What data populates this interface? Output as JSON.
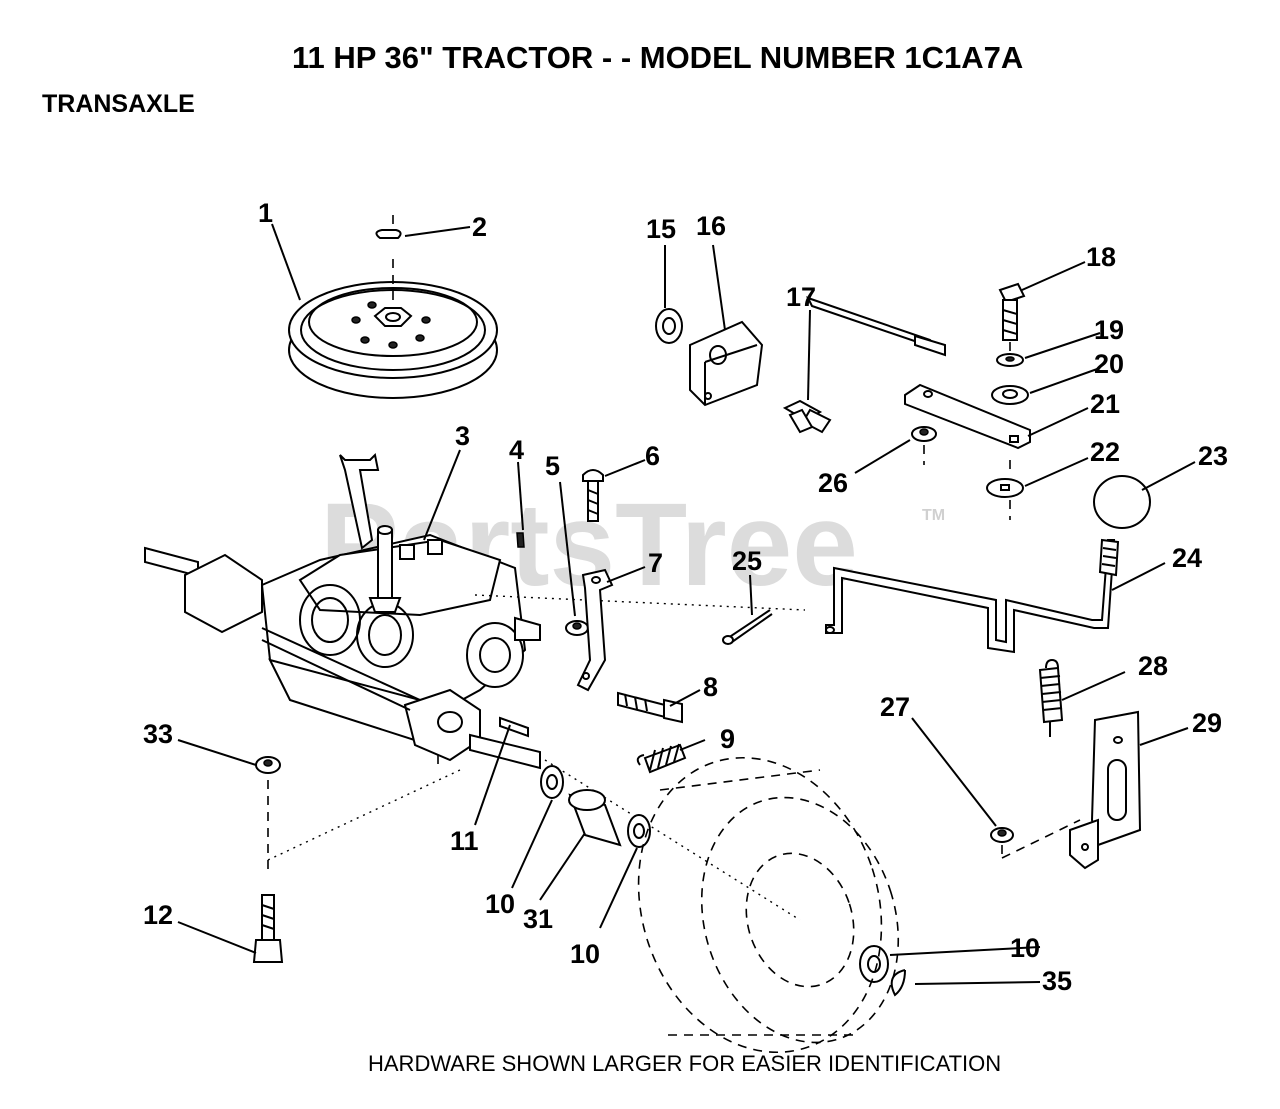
{
  "header": {
    "title": "11 HP 36\" TRACTOR - - MODEL NUMBER 1C1A7A",
    "section": "TRANSAXLE"
  },
  "watermark": {
    "text": "PartsTree",
    "tm": "TM"
  },
  "footer": {
    "note": "HARDWARE SHOWN LARGER FOR EASIER IDENTIFICATION"
  },
  "callouts": [
    "1",
    "2",
    "3",
    "4",
    "5",
    "6",
    "7",
    "8",
    "9",
    "10",
    "11",
    "12",
    "15",
    "16",
    "17",
    "18",
    "19",
    "20",
    "21",
    "22",
    "23",
    "24",
    "25",
    "26",
    "27",
    "28",
    "29",
    "31",
    "33",
    "35"
  ],
  "colors": {
    "ink": "#000000",
    "watermark": "#d9d9d9",
    "background": "#ffffff"
  }
}
